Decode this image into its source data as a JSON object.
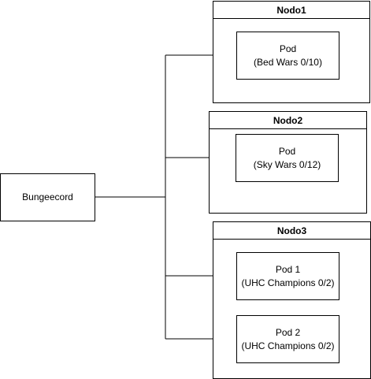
{
  "source": {
    "label": "Bungeecord"
  },
  "nodes": [
    {
      "title": "Nodo1",
      "pods": [
        {
          "label": "Pod",
          "detail": "(Bed Wars 0/10)"
        }
      ]
    },
    {
      "title": "Nodo2",
      "pods": [
        {
          "label": "Pod",
          "detail": "(Sky Wars 0/12)"
        }
      ]
    },
    {
      "title": "Nodo3",
      "pods": [
        {
          "label": "Pod 1",
          "detail": "(UHC Champions 0/2)"
        },
        {
          "label": "Pod 2",
          "detail": "(UHC Champions 0/2)"
        }
      ]
    }
  ],
  "colors": {
    "stroke": "#000000",
    "fill": "#ffffff"
  }
}
